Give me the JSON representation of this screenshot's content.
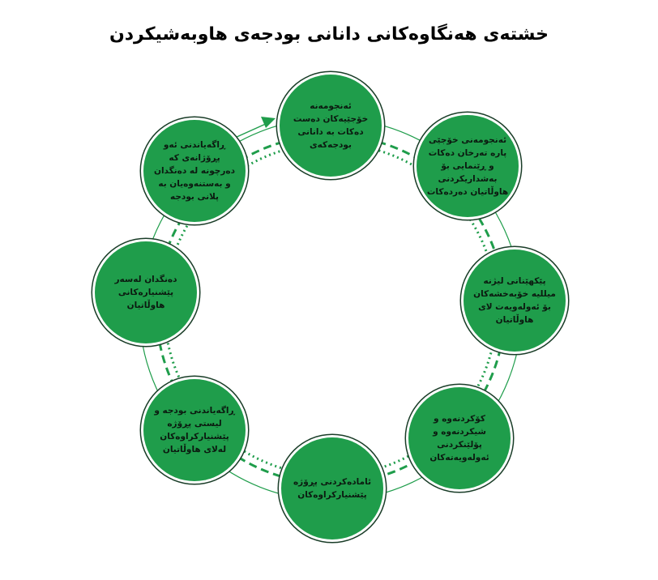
{
  "title": "خشتەی هەنگاوەکانی دانانی بودجەی هاوبەشیکردن",
  "accent_color": "#1f9d4b",
  "steps": [
    "ئەنجومەنە خۆجێیەکان دەست دەکات بە دانانی بودجەکەی",
    "ئەنجومەنی خۆجێی پارە تەرخان دەکات و ڕێنمایی بۆ بەشداریکردنی هاوڵاتیان دەردەکات",
    "پێکهێنانی لیژنە میللیە خۆبەخشەکان بۆ ئەولەویەت لای هاوڵاتیان",
    "کۆکردنەوە و شیکردنەوە و پۆلێنکردنی ئەولەویەتەکان",
    "ئامادەکردنی پڕۆژە پێشنیارکراوەکان",
    "ڕاگەیاندنی بودجە و لیستی پڕۆژە پێشنیارکراوەکان لەلای هاوڵاتیان",
    "دەنگدان لەسەر پێشنیارەکانی هاوڵاتیان",
    "ڕاگەیاندنی ئەو پڕۆژانەی کە دەرچونە لە دەنگدان و بەستنەوەیان بە پلانی بودجە"
  ]
}
